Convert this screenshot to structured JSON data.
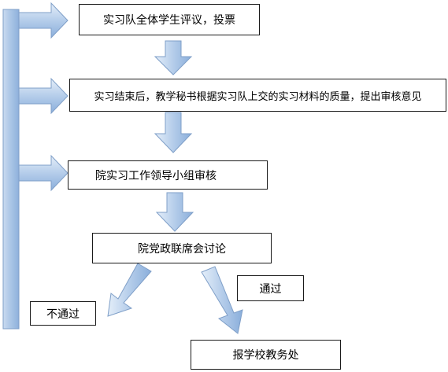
{
  "nodes": {
    "step1": "实习队全体学生评议，投票",
    "step2": "实习结束后，教学秘书根据实习队上交的实习材料的质量，提出审核意见",
    "step3": "院实习工作领导小组审核",
    "step4": "院党政联席会讨论",
    "not_pass": "不通过",
    "pass_label": "通过",
    "final": "报学校教务处"
  },
  "colors": {
    "arrow_fill_light": "#dde9f6",
    "arrow_fill_dark": "#8fb2dc",
    "arrow_stroke": "#7f9fc8",
    "sidebar": "#a9c5e6"
  }
}
